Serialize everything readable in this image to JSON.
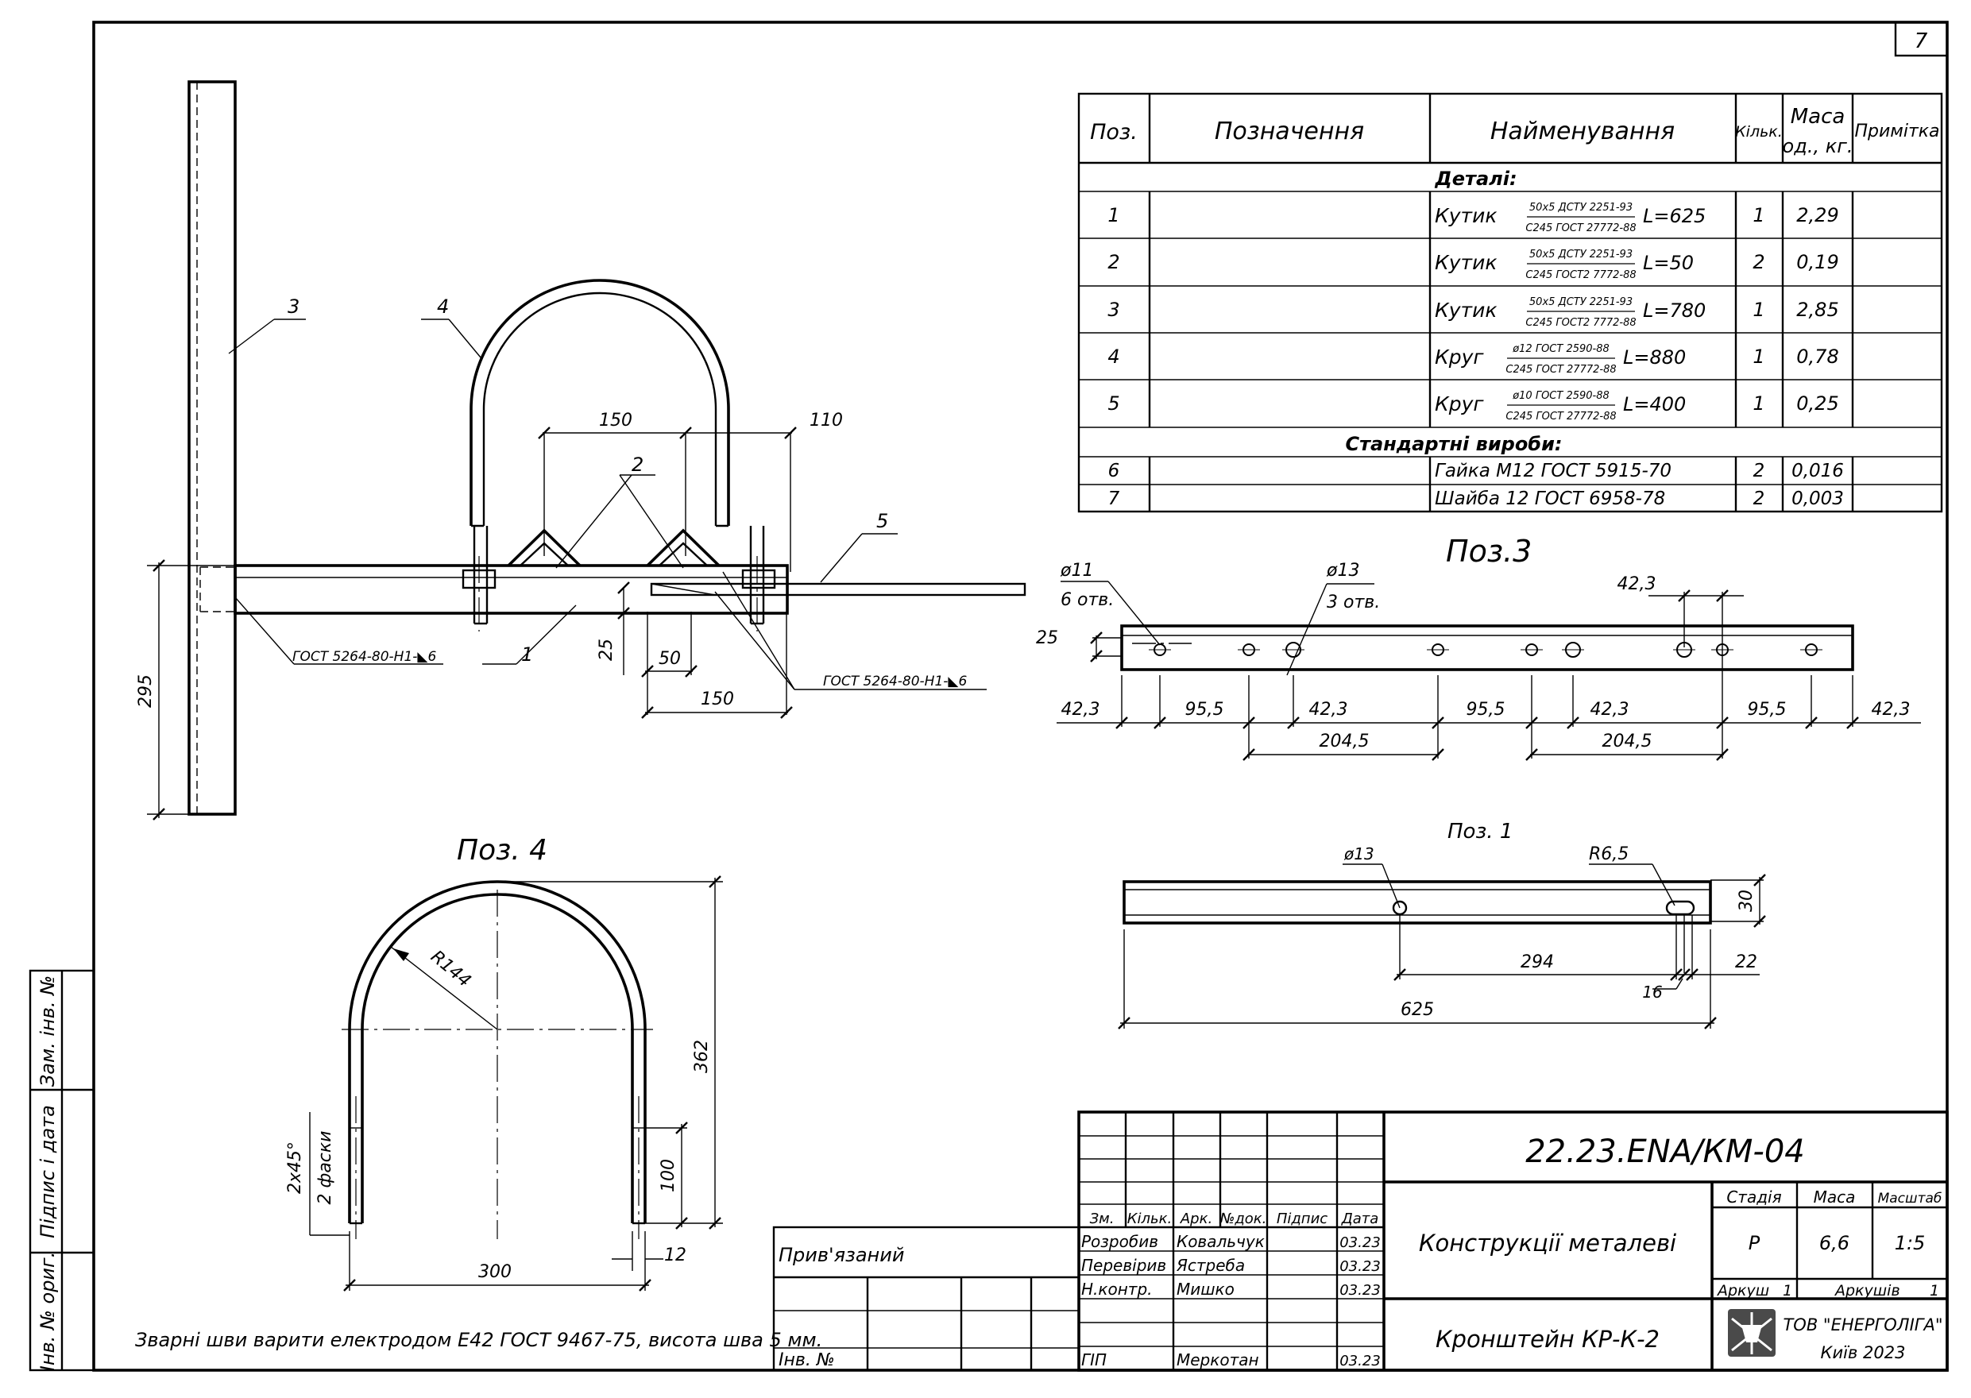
{
  "sheet_number": "7",
  "spec_table": {
    "headers": {
      "pos": "Поз.",
      "designation": "Позначення",
      "name": "Найменування",
      "qty": "Кільк.",
      "mass_line1": "Маса",
      "mass_line2": "од., кг.",
      "note": "Примітка"
    },
    "section_details": "Деталі:",
    "section_standard": "Стандартні вироби:",
    "rows": [
      {
        "pos": "1",
        "name": "Кутик",
        "num": "50х5 ДСТУ 2251-93",
        "den": "С245 ГОСТ 27772-88",
        "len": "L=625",
        "qty": "1",
        "mass": "2,29"
      },
      {
        "pos": "2",
        "name": "Кутик",
        "num": "50х5 ДСТУ 2251-93",
        "den": "С245 ГОСТ2 7772-88",
        "len": "L=50",
        "qty": "2",
        "mass": "0,19"
      },
      {
        "pos": "3",
        "name": "Кутик",
        "num": "50х5 ДСТУ 2251-93",
        "den": "С245 ГОСТ2 7772-88",
        "len": "L=780",
        "qty": "1",
        "mass": "2,85"
      },
      {
        "pos": "4",
        "name": "Круг",
        "num": "ø12 ГОСТ 2590-88",
        "den": "С245 ГОСТ 27772-88",
        "len": "L=880",
        "qty": "1",
        "mass": "0,78"
      },
      {
        "pos": "5",
        "name": "Круг",
        "num": "ø10 ГОСТ 2590-88",
        "den": "С245 ГОСТ 27772-88",
        "len": "L=400",
        "qty": "1",
        "mass": "0,25"
      }
    ],
    "std_rows": [
      {
        "pos": "6",
        "name": "Гайка М12 ГОСТ 5915-70",
        "qty": "2",
        "mass": "0,016"
      },
      {
        "pos": "7",
        "name": "Шайба 12 ГОСТ 6958-78",
        "qty": "2",
        "mass": "0,003"
      }
    ]
  },
  "main_view": {
    "callouts": {
      "c1": "1",
      "c2": "2",
      "c3": "3",
      "c4": "4",
      "c5": "5"
    },
    "weld_left": "ГОСТ 5264-80-Н1-◣6",
    "weld_right": "ГОСТ 5264-80-Н1-◣6",
    "dims": {
      "d150_top": "150",
      "d110": "110",
      "d295": "295",
      "d25": "25",
      "d50": "50",
      "d150_bottom": "150"
    }
  },
  "pos3": {
    "title": "Поз.3",
    "hole11": "ø11",
    "holes6": "6 отв.",
    "hole13": "ø13",
    "holes3": "3 отв.",
    "d42_top": "42,3",
    "d25": "25",
    "bottom_dims": [
      "42,3",
      "95,5",
      "42,3",
      "95,5",
      "42,3",
      "95,5",
      "42,3"
    ],
    "d204a": "204,5",
    "d204b": "204,5"
  },
  "pos1": {
    "title": "Поз. 1",
    "hole13": "ø13",
    "r65": "R6,5",
    "d30": "30",
    "d294": "294",
    "d22": "22",
    "d16": "16",
    "d625": "625"
  },
  "pos4": {
    "title": "Поз. 4",
    "r144": "R144",
    "d362": "362",
    "d100": "100",
    "d300": "300",
    "d12": "12",
    "chamfer": "2х45°",
    "chamfer2": "2 фаски"
  },
  "note": "Зварні шви варити електродом Е42 ГОСТ 9467-75, висота шва 5 мм.",
  "left_strip": {
    "zam": "Зам. інв. №",
    "pidpys": "Підпис і дата",
    "inv": "Інв. № ориг."
  },
  "pryvyazanyi": {
    "label": "Прив'язаний",
    "inv": "Інв. №"
  },
  "title_block": {
    "doc_code": "22.23.ENA/КМ-04",
    "headers": {
      "zm": "Зм.",
      "kilk": "Кільк.",
      "ark": "Арк.",
      "ndok": "№док.",
      "pidpys": "Підпис",
      "data": "Дата"
    },
    "roles": [
      {
        "role": "Розробив",
        "name": "Ковальчук",
        "date": "03.23"
      },
      {
        "role": "Перевірив",
        "name": "Ястреба",
        "date": "03.23"
      },
      {
        "role": "Н.контр.",
        "name": "Мишко",
        "date": "03.23"
      },
      {
        "role": "ГІП",
        "name": "Меркотан",
        "date": "03.23"
      }
    ],
    "object": "Конструкції металеві",
    "drawing": "Кронштейн КР-К-2",
    "stage_label": "Стадія",
    "mass_label": "Маса",
    "scale_label": "Масштаб",
    "stage": "Р",
    "mass": "6,6",
    "scale": "1:5",
    "sheet_label": "Аркуш",
    "sheet": "1",
    "sheets_label": "Аркушів",
    "sheets": "1",
    "company": "ТОВ \"ЕНЕРГОЛІГА\"",
    "city": "Київ 2023"
  }
}
